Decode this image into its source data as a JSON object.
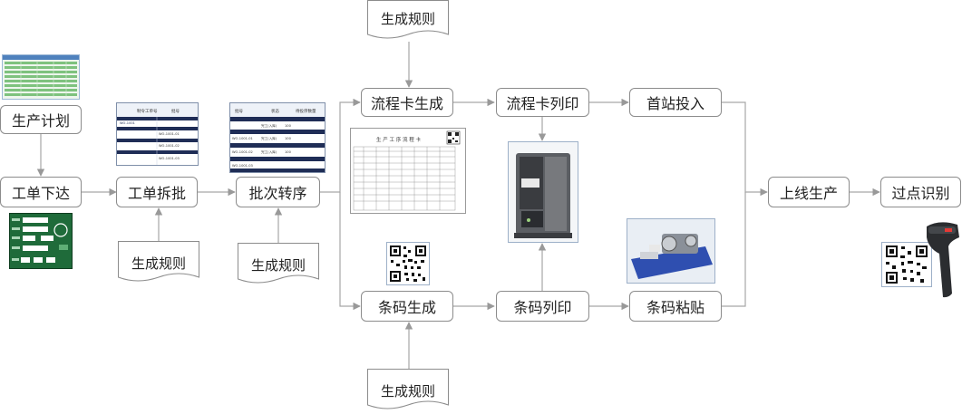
{
  "nodes": {
    "plan": "生产计划",
    "order": "工单下达",
    "split": "工单拆批",
    "batch": "批次转序",
    "card_gen": "流程卡生成",
    "card_print": "流程卡列印",
    "first_station": "首站投入",
    "barcode_gen": "条码生成",
    "barcode_print": "条码列印",
    "barcode_paste": "条码粘贴",
    "online": "上线生产",
    "scan": "过点识别"
  },
  "rule_label": "生成规则",
  "flow_card": {
    "title": "生 产 工 序 流 程 卡"
  },
  "split_table": {
    "headers": [
      "制令工单号",
      "批号"
    ],
    "rows": [
      "WO-1001",
      "WO-1001-01",
      "WO-1001-02",
      "WO-1001-03"
    ]
  },
  "batch_table": {
    "headers": [
      "批号",
      "状态",
      "待投序数量"
    ],
    "rows": [
      [
        "WO-1001-01",
        "完工(入库)",
        "100"
      ],
      [
        "WO-1001-02",
        "完工(入库)",
        "100"
      ],
      [
        "WO-1001-03",
        "完工(入库)",
        "100"
      ]
    ]
  }
}
